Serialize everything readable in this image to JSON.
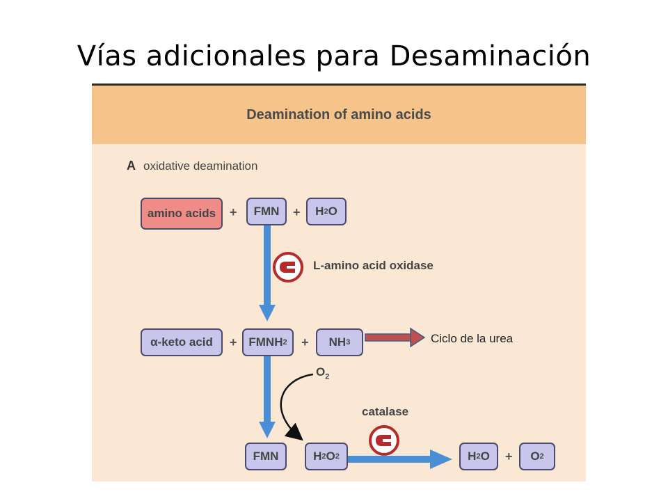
{
  "slide": {
    "title": "Vías adicionales para Desaminación"
  },
  "figure": {
    "heading": "Deamination of amino acids",
    "section": {
      "letter": "A",
      "label": "oxidative deamination"
    },
    "row1": {
      "amino_acids": "amino acids",
      "fmn": "FMN",
      "h2o_base": "H",
      "h2o_sub": "2",
      "h2o_end": "O"
    },
    "enzyme1": "L-amino acid oxidase",
    "row2": {
      "keto_acid": "α-keto acid",
      "fmnh2_base": "FMNH",
      "fmnh2_sub": "2",
      "nh3_base": "NH",
      "nh3_sub": "3"
    },
    "o2_input": {
      "base": "O",
      "sub": "2"
    },
    "enzyme2": "catalase",
    "row3": {
      "fmn": "FMN",
      "h2o2": {
        "a": "H",
        "a_sub": "2",
        "b": "O",
        "b_sub": "2"
      },
      "h2o": {
        "a": "H",
        "a_sub": "2",
        "b": "O"
      },
      "o2": {
        "a": "O",
        "a_sub": "2"
      }
    },
    "plus": "+"
  },
  "annotation": {
    "label": "Ciclo de la urea",
    "arrow_color": "#c0504d"
  },
  "colors": {
    "flow_arrow": "#4a8fd6",
    "box_fill": "#c8c6ea",
    "amino_box_fill": "#f08c88",
    "header_fill": "#f6c48a",
    "panel_fill": "#fbe8d4",
    "enzyme_symbol": "#b52a2a"
  },
  "icons": {
    "enzyme": "enzyme-symbol-icon"
  }
}
